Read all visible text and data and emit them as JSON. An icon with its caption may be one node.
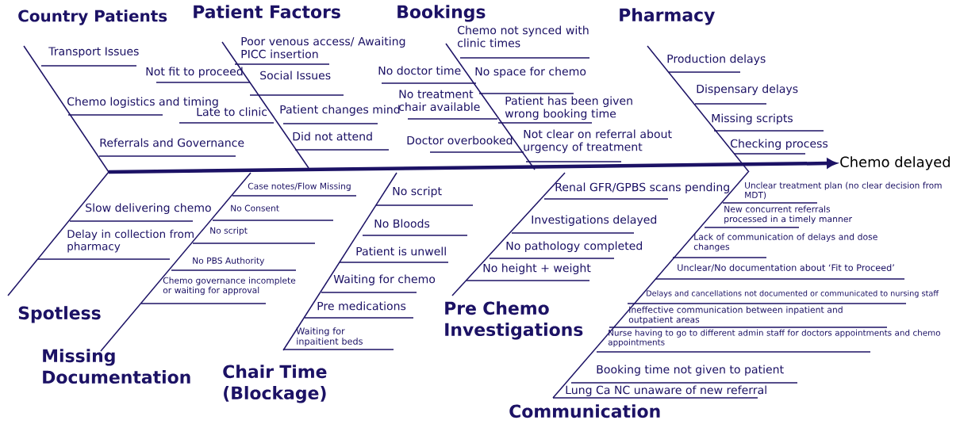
{
  "diagram": {
    "nodes": [
      {
        "text": [
          "Country Patients"
        ]
      },
      {
        "text": [
          "Patient Factors"
        ]
      },
      {
        "text": [
          "Bookings"
        ]
      },
      {
        "text": [
          "Pharmacy"
        ]
      },
      {
        "text": [
          "Chemo delayed"
        ]
      },
      {
        "text": [
          "Spotless"
        ]
      },
      {
        "text": [
          "Missing Documentation"
        ]
      },
      {
        "text": [
          "Chair Time (Blockage)"
        ]
      },
      {
        "text": [
          "Pre Chemo Investigations"
        ]
      },
      {
        "text": [
          "Communication"
        ]
      }
    ],
    "edges": [
      {
        "from": null,
        "to": 4,
        "arrow": "to",
        "style": "thick"
      },
      {
        "from": 0,
        "to": null,
        "arrow": "none"
      },
      {
        "from": 1,
        "to": null,
        "arrow": "none"
      },
      {
        "from": 2,
        "to": null,
        "arrow": "none"
      },
      {
        "from": 3,
        "to": null,
        "arrow": "none"
      },
      {
        "from": 5,
        "to": null,
        "arrow": "none"
      },
      {
        "from": 6,
        "to": null,
        "arrow": "none"
      },
      {
        "from": 7,
        "to": null,
        "arrow": "none"
      },
      {
        "from": 8,
        "to": null,
        "arrow": "none"
      },
      {
        "from": 9,
        "to": null,
        "arrow": "none"
      }
    ],
    "labels": [
      "Transport Issues",
      "Not fit to proceed",
      "Chemo logistics and timing",
      "Late to clinic",
      "Referrals and Governance",
      "Poor venous access/ Awaiting PICC insertion",
      "Social Issues",
      "Patient changes mind",
      "Did not attend",
      "Chemo not synced with clinic times",
      "No doctor time",
      "No space for chemo",
      "No treatment chair available",
      "Patient has been given wrong booking time",
      "Doctor overbooked",
      "Not clear on referral about urgency of treatment",
      "Production delays",
      "Dispensary delays",
      "Missing scripts",
      "Checking process",
      "Slow delivering chemo",
      "Delay in collection from pharmacy",
      "Case notes/Flow Missing",
      "No Consent",
      "No script",
      "No PBS Authority",
      "Chemo governance incomplete or waiting for approval",
      "No script",
      "No Bloods",
      "Patient is unwell",
      "Waiting for chemo",
      "Pre medications",
      "Waiting for inpaitient beds",
      "Renal GFR/GPBS scans pending",
      "Investigations delayed",
      "No pathology completed",
      "No height + weight",
      "Unclear treatment plan (no clear decision from MDT)",
      "New concurrent referrals processed in a timely manner",
      "Lack of communication of delays and dose changes",
      "Unclear/No documentation about ‘Fit to Proceed’",
      "Delays and cancellations not documented or communicated to nursing staff",
      "Ineffective communication between inpatient and outpatient areas",
      "Nurse having to go to different admin staff for doctors appointments and chemo appointments",
      "Booking time not given to patient",
      "Lung Ca NC unaware of new referral"
    ]
  }
}
